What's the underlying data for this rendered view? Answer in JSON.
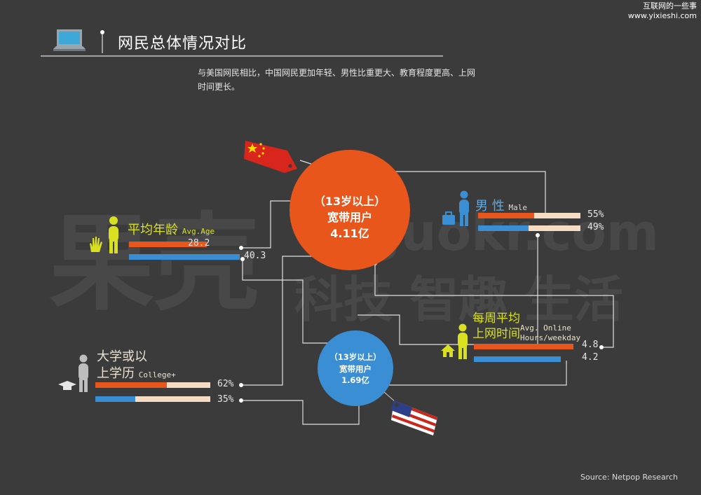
{
  "header": {
    "title": "网民总体情况对比",
    "subtitle": "与美国网民相比，中国网民更加年轻、男性比重更大、教育程度更高、上网时间更长。"
  },
  "corner": {
    "line1": "互联网的一些事",
    "line2": "www.yixieshi.com"
  },
  "watermark": {
    "brand": "果壳",
    "site": "guokr.com",
    "slogan": "科技 智趣 生活"
  },
  "china": {
    "line1": "（13岁以上）",
    "line2": "宽带用户",
    "line3": "4.11亿",
    "color": "#e8561c"
  },
  "usa": {
    "line1": "（13岁以上）",
    "line2": "宽带用户",
    "line3": "1.69亿",
    "color": "#3a8fd4"
  },
  "age": {
    "label": "平均年龄",
    "label_en": "Avg.Age",
    "china": 28.2,
    "usa": 40.3,
    "china_text": "28.2",
    "usa_text": "40.3",
    "max": 40.3
  },
  "male": {
    "label": "男 性",
    "label_en": "Male",
    "china": 55,
    "usa": 49,
    "china_text": "55%",
    "usa_text": "49%"
  },
  "hours": {
    "label_l1": "每周平均",
    "label_l2": "上网时间",
    "label_en_l1": "Avg. Online",
    "label_en_l2": "Hours/weekday",
    "china": 4.8,
    "usa": 4.2,
    "china_text": "4.8",
    "usa_text": "4.2",
    "max": 4.8
  },
  "college": {
    "label_l1": "大学或以",
    "label_l2": "上学历",
    "label_en": "College+",
    "china": 62,
    "usa": 35,
    "china_text": "62%",
    "usa_text": "35%"
  },
  "footer": {
    "source": "Source: Netpop Research"
  },
  "colors": {
    "china_bar": "#e8561c",
    "usa_bar": "#3a8fd4",
    "track": "#f7dcc4",
    "yellow": "#d8e020"
  }
}
